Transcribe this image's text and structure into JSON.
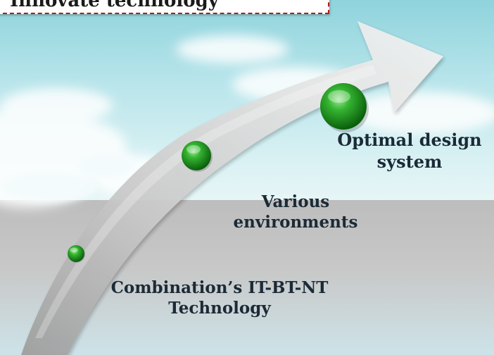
{
  "title": "Innovate technology",
  "milestones": [
    {
      "label_line1": "Combination’s IT-BT-NT",
      "label_line2": "Technology"
    },
    {
      "label_line1": "Various",
      "label_line2": "environments"
    },
    {
      "label_line1": "Optimal design",
      "label_line2": "system"
    }
  ],
  "colors": {
    "title_border": "#b01b1b",
    "marker_green": "#1e9a1e",
    "arrow_gray": "#d4d4d4",
    "sky": "#b6e4ea",
    "ground": "#c4c4c4"
  }
}
